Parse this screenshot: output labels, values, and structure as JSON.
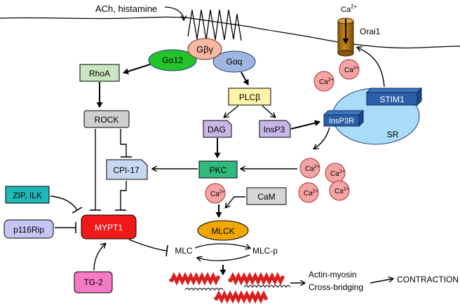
{
  "signals": {
    "agonists": "ACh, histamine"
  },
  "gprotein": {
    "gby": "Gβγ",
    "ga12": "Gα12",
    "gaq": "Gαq"
  },
  "pathway": {
    "rhoa": "RhoA",
    "rock": "ROCK",
    "plcb": "PLCβ",
    "dag": "DAG",
    "insp3": "InsP3",
    "pkc": "PKC",
    "cpi17": "CPI-17",
    "zip_ilk": "ZIP, ILK",
    "p116rip": "p116Rip",
    "mypt1": "MYPT1",
    "tg2": "TG-2",
    "cam": "CaM",
    "mlck": "MLCK",
    "mlc": "MLC",
    "mlcp": "MLC-p"
  },
  "store": {
    "stim1": "STIM1",
    "insp3r": "InsP3R",
    "sr": "SR",
    "orai1": "Orai1"
  },
  "calcium": {
    "base": "Ca",
    "charge": "2+"
  },
  "outcome": {
    "actin_line1": "Actin-myosin",
    "actin_line2": "Cross-bridging",
    "contraction": "CONTRACTION"
  },
  "colors": {
    "ga12": "#22c42a",
    "gby": "#f8b8a4",
    "gaq": "#9fb6e0",
    "rhoa": "#c8e6c0",
    "rock": "#cfcfcf",
    "plcb": "#fff5a8",
    "purple_node": "#c9b6e8",
    "pkc": "#2fb97a",
    "cpi17": "#c9d8f2",
    "zip": "#21b8b8",
    "p116": "#c6c6f5",
    "mypt1": "#f01818",
    "tg2": "#f47ac6",
    "cam": "#d6d6d6",
    "mlck": "#f0a800",
    "calcium": "#f5a3a3",
    "sr": "#a8dcf8",
    "stim1": "#2b5fa8",
    "orai": "#b8760e",
    "actin": "#d92020"
  }
}
